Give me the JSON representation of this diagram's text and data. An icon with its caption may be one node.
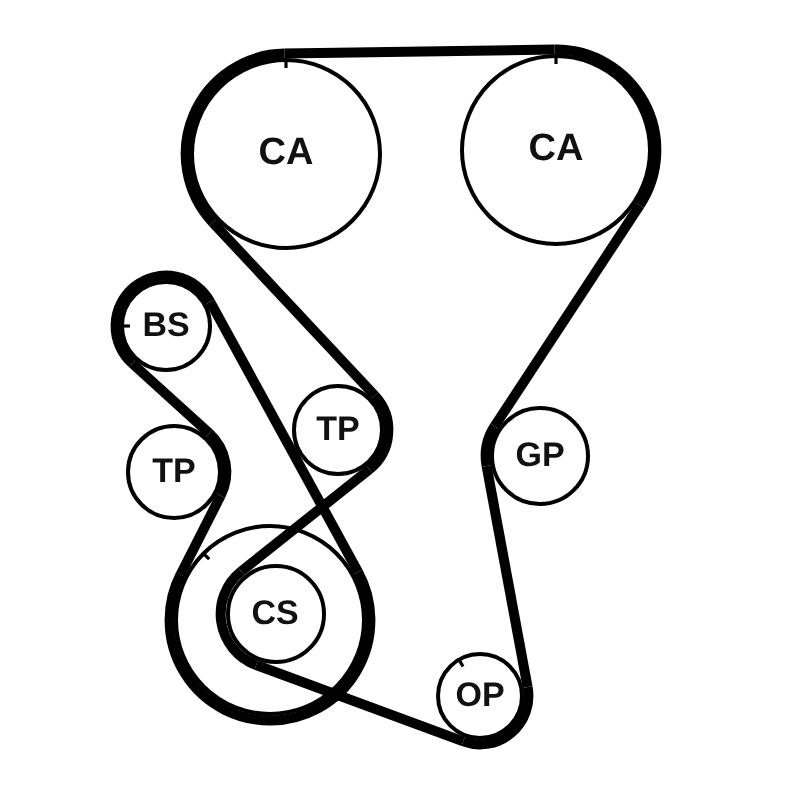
{
  "diagram": {
    "nodes": [
      {
        "text": [
          "CA"
        ]
      },
      {
        "text": [
          "CA"
        ]
      },
      {
        "text": [
          "BS"
        ]
      },
      {
        "text": [
          "TP"
        ]
      },
      {
        "text": [
          "TP"
        ]
      },
      {
        "text": [
          "GP"
        ]
      },
      {
        "text": [],
        "shape": "circle"
      },
      {
        "text": [
          "CS"
        ],
        "in": 6
      },
      {
        "text": [
          "OP"
        ]
      }
    ],
    "edges": [
      {
        "from": 0,
        "to": 1,
        "arrow": "none"
      },
      {
        "from": 1,
        "to": 5,
        "arrow": "none"
      },
      {
        "from": 5,
        "to": 8,
        "arrow": "none"
      },
      {
        "from": 8,
        "to": 7,
        "arrow": "none"
      },
      {
        "from": 7,
        "to": 4,
        "arrow": "none"
      },
      {
        "from": 4,
        "to": 0,
        "arrow": "none"
      },
      {
        "from": 2,
        "to": 3,
        "arrow": "none"
      },
      {
        "from": 3,
        "to": 6,
        "arrow": "none"
      },
      {
        "from": 6,
        "to": 2,
        "arrow": "none"
      }
    ]
  }
}
